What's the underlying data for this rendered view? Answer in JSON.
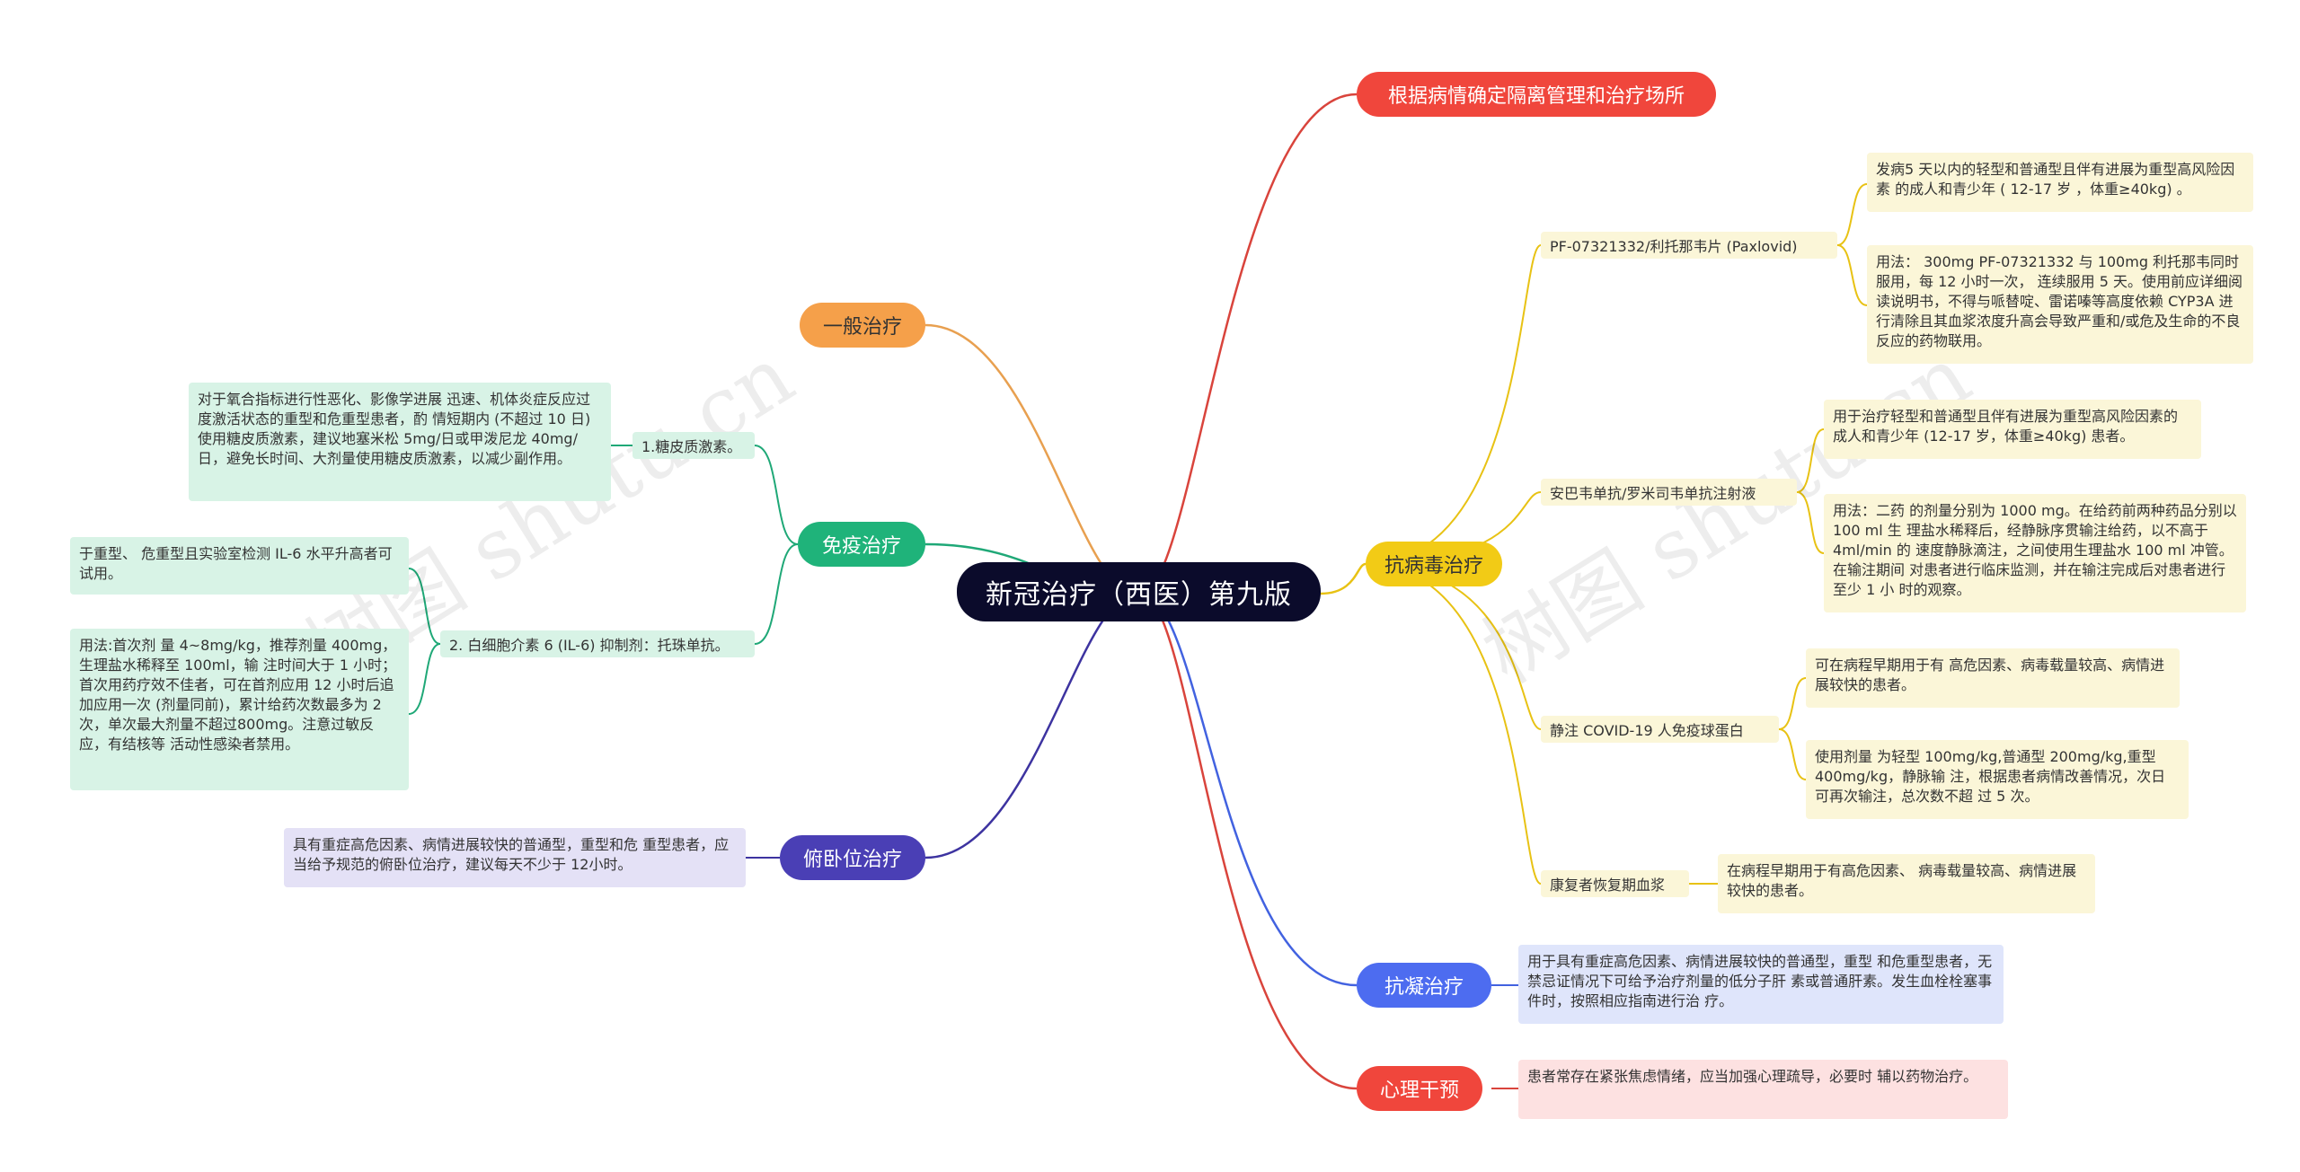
{
  "root": {
    "label": "新冠治疗（西医）第九版"
  },
  "watermark": "树图 shutu.cn",
  "colors": {
    "root": "#0b0b2b",
    "isolation": "#f0463c",
    "general": "#f5a04a",
    "immune": "#1fb37a",
    "prone": "#4a3fb5",
    "antiviral": "#f2cb16",
    "anticoag": "#4d6cf0",
    "psych": "#f0463c"
  },
  "branches": {
    "isolation": {
      "label": "根据病情确定隔离管理和治疗场所"
    },
    "general": {
      "label": "一般治疗"
    },
    "immune": {
      "label": "免疫治疗",
      "steroid": {
        "label": "1.糖皮质激素。",
        "detail": "对于氧合指标进行性恶化、影像学进展 迅速、机体炎症反应过度激活状态的重型和危重型患者，酌 情短期内 (不超过 10 日) 使用糖皮质激素，建议地塞米松 5mg/日或甲泼尼龙 40mg/日，避免长时间、大剂量使用糖皮质激素，以减少副作用。"
      },
      "il6": {
        "label": "2. 白细胞介素 6 (IL-6) 抑制剂：托珠单抗。",
        "detail1": "于重型、 危重型且实验室检测 IL-6 水平升高者可试用。",
        "detail2": "用法:首次剂 量 4~8mg/kg，推荐剂量 400mg，生理盐水稀释至 100ml，输 注时间大于 1 小时；首次用药疗效不佳者，可在首剂应用 12 小时后追加应用一次 (剂量同前)，累计给药次数最多为 2 次，单次最大剂量不超过800mg。注意过敏反应，有结核等 活动性感染者禁用。"
      }
    },
    "prone": {
      "label": "俯卧位治疗",
      "detail": "具有重症高危因素、病情进展较快的普通型，重型和危 重型患者，应当给予规范的俯卧位治疗，建议每天不少于 12小时。"
    },
    "antiviral": {
      "label": "抗病毒治疗",
      "paxlovid": {
        "label": "PF-07321332/利托那韦片 (Paxlovid)",
        "detail1": "发病5 天以内的轻型和普通型且伴有进展为重型高风险因素 的成人和青少年 ( 12-17 岁 ，体重≥40kg) 。",
        "detail2": "用法： 300mg PF-07321332 与 100mg 利托那韦同时服用，每 12 小时一次， 连续服用 5 天。使用前应详细阅读说明书，不得与哌替啶、雷诺嗪等高度依赖 CYP3A 进行清除且其血浆浓度升高会导致严重和/或危及生命的不良反应的药物联用。"
      },
      "ambavirumab": {
        "label": "安巴韦单抗/罗米司韦单抗注射液",
        "detail1": "用于治疗轻型和普通型且伴有进展为重型高风险因素的 成人和青少年 (12-17 岁，体重≥40kg) 患者。",
        "detail2": "用法：二药 的剂量分别为 1000 mg。在给药前两种药品分别以 100 ml 生 理盐水稀释后，经静脉序贯输注给药，以不高于4ml/min 的 速度静脉滴注，之间使用生理盐水 100 ml 冲管。在输注期间 对患者进行临床监测，并在输注完成后对患者进行至少 1 小 时的观察。"
      },
      "immunoglobulin": {
        "label": "静注 COVID-19 人免疫球蛋白",
        "detail1": "可在病程早期用于有 高危因素、病毒载量较高、病情进展较快的患者。",
        "detail2": "使用剂量 为轻型 100mg/kg,普通型 200mg/kg,重型 400mg/kg，静脉输 注，根据患者病情改善情况，次日可再次输注，总次数不超 过 5 次。"
      },
      "plasma": {
        "label": "康复者恢复期血浆",
        "detail": "在病程早期用于有高危因素、 病毒载量较高、病情进展较快的患者。"
      }
    },
    "anticoag": {
      "label": "抗凝治疗",
      "detail": "用于具有重症高危因素、病情进展较快的普通型，重型 和危重型患者，无禁忌证情况下可给予治疗剂量的低分子肝 素或普通肝素。发生血栓栓塞事件时，按照相应指南进行治 疗。"
    },
    "psych": {
      "label": "心理干预",
      "detail": "患者常存在紧张焦虑情绪，应当加强心理疏导，必要时 辅以药物治疗。"
    }
  }
}
